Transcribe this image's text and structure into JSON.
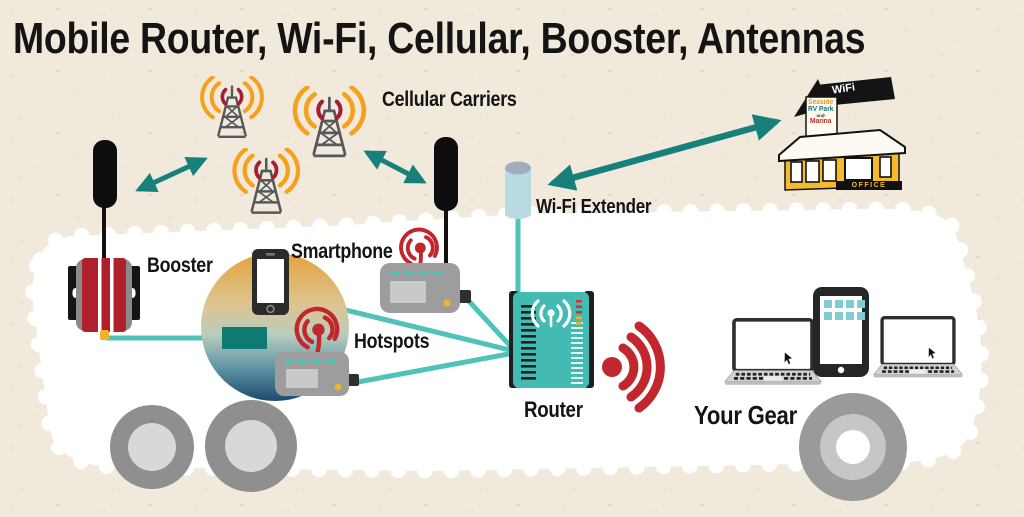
{
  "title": "Mobile Router, Wi-Fi, Cellular, Booster, Antennas",
  "labels": {
    "cellular_carriers": "Cellular Carriers",
    "booster": "Booster",
    "smartphone": "Smartphone",
    "hotspots": "Hotspots",
    "wifi_extender": "Wi-Fi Extender",
    "router": "Router",
    "your_gear": "Your Gear"
  },
  "park_office_sign": {
    "arrow_text": "WiFi",
    "board_lines": [
      "Seaside",
      "RV Park",
      "-and-",
      "Marina"
    ],
    "office_text": "OFFICE"
  },
  "icons": [
    "cell-tower-icon",
    "roof-antenna-icon",
    "booster-icon",
    "smartphone-icon",
    "hotspot-icon",
    "hotspot-signal-icon",
    "wifi-extender-icon",
    "router-icon",
    "wifi-signal-icon",
    "laptop-icon",
    "tablet-icon",
    "rv-wheel-icon",
    "park-office-building-icon",
    "double-arrow-icon"
  ],
  "colors": {
    "background": "#f2e9dd",
    "rv_panel": "#ffffff",
    "teal_dark": "#17807a",
    "teal_light": "#4fc2ba",
    "router_teal": "#43bbb2",
    "interior_antenna_teal": "#0e7a71",
    "red": "#c1272d",
    "dark_red_arc": "#a32032",
    "orange": "#f5a11c",
    "yellow": "#f0b32a",
    "device_gray": "#9d9d9d",
    "tower_gray": "#57585a",
    "text_black": "#141414"
  }
}
